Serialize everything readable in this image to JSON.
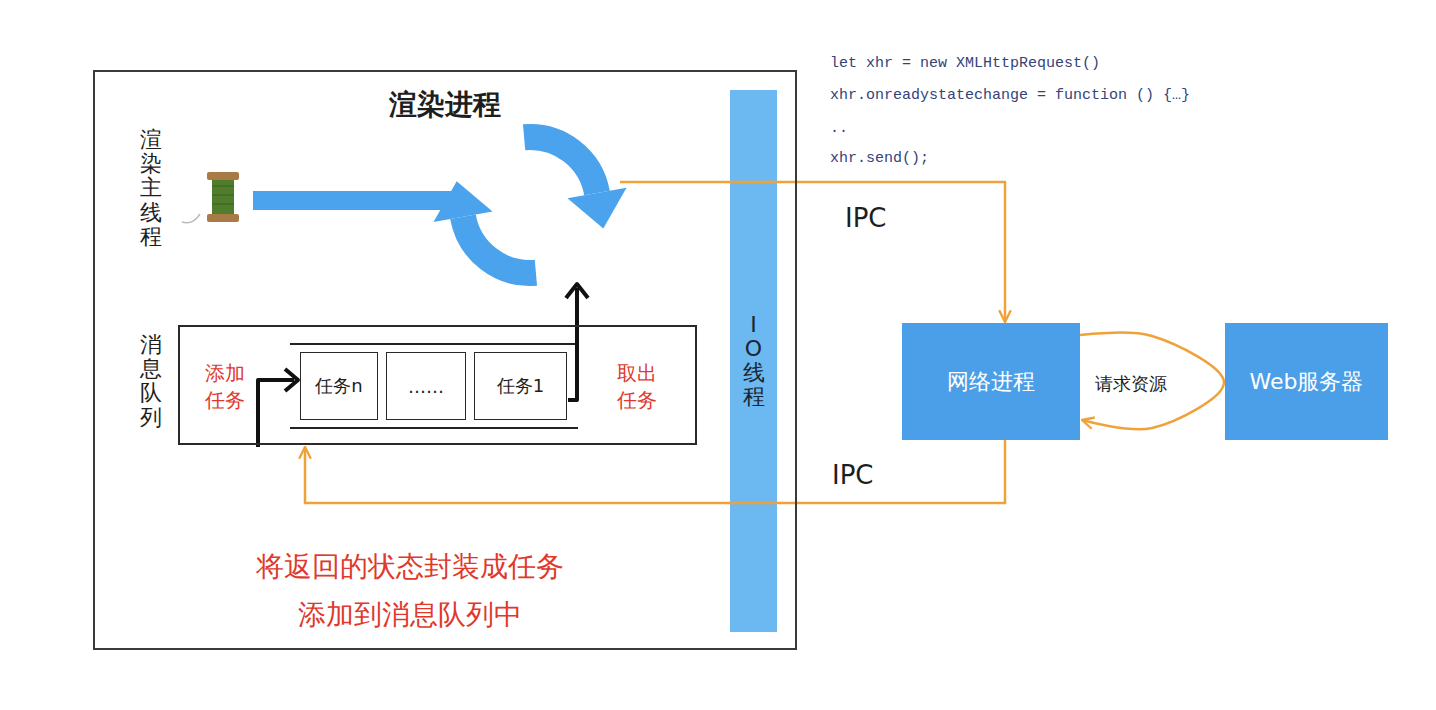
{
  "diagram": {
    "nodes": [
      {
        "text": [
          "渲染进程"
        ]
      },
      {
        "text": [
          "消息队列",
          "添加任务",
          "取出任务"
        ],
        "in": 0
      },
      {
        "text": [
          "任务n"
        ],
        "in": 1
      },
      {
        "text": [
          "……"
        ],
        "in": 1
      },
      {
        "text": [
          "任务1"
        ],
        "in": 1
      },
      {
        "text": [
          "IO线程"
        ],
        "in": 0
      },
      {
        "text": [
          "网络进程"
        ]
      },
      {
        "text": [
          "Web服务器"
        ]
      }
    ],
    "edges": [
      {
        "from": 0,
        "to": 6,
        "label": "IPC",
        "arrow": "to"
      },
      {
        "from": 7,
        "to": 6,
        "label": "请求资源",
        "arrow": "to"
      },
      {
        "from": 6,
        "to": 1,
        "label": "IPC",
        "arrow": "to"
      }
    ],
    "labels": [
      "渲染主线程",
      "let xhr = new XMLHttpRequest()",
      "xhr.onreadystatechange = function () {…}",
      "..",
      "xhr.send();",
      "将返回的状态封装成任务",
      "添加到消息队列中"
    ]
  }
}
